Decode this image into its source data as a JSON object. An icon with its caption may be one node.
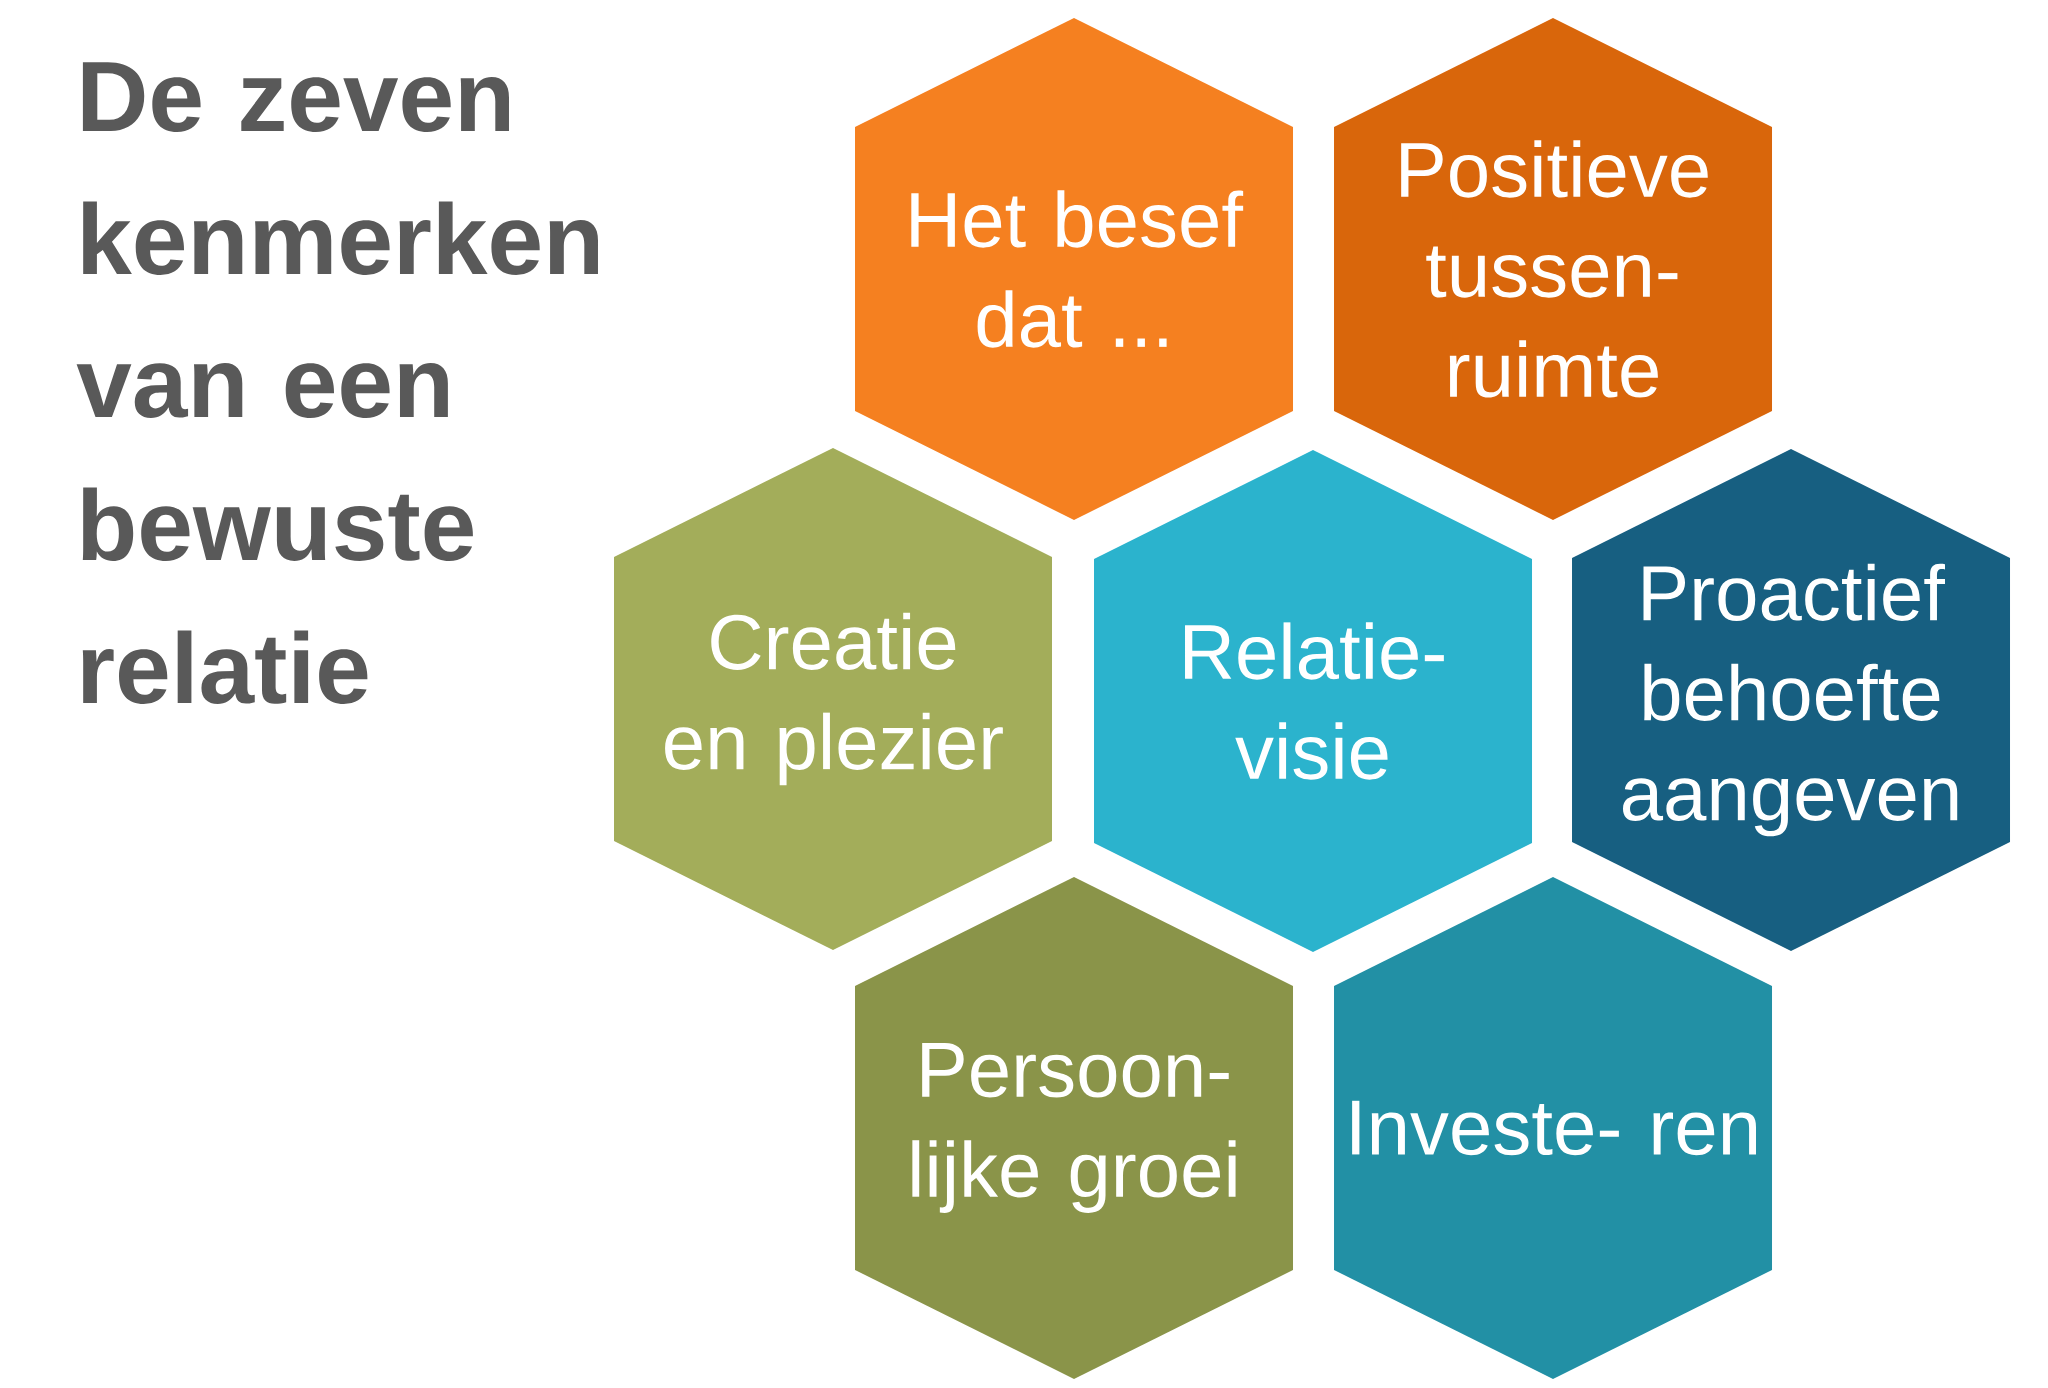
{
  "diagram": {
    "title": "De zeven kenmerken van een bewuste relatie",
    "nodes": [
      {
        "text": [
          "Het besef dat ..."
        ]
      },
      {
        "text": [
          "Positieve tussen- ruimte"
        ]
      },
      {
        "text": [
          "Creatie en plezier"
        ]
      },
      {
        "text": [
          "Relatie- visie"
        ]
      },
      {
        "text": [
          "Proactief behoefte aangeven"
        ]
      },
      {
        "text": [
          "Persoon- lijke groei"
        ]
      },
      {
        "text": [
          "Investe- ren"
        ]
      }
    ]
  }
}
